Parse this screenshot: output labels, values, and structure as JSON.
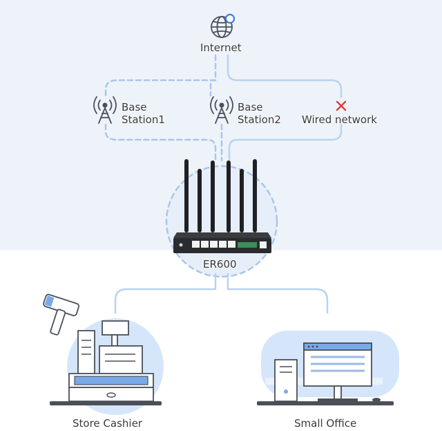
{
  "nodes": {
    "internet": {
      "label": "Internet",
      "icon": "globe-icon"
    },
    "base_station_1": {
      "label_line1": "Base",
      "label_line2": "Station1",
      "icon": "cell-tower-icon"
    },
    "base_station_2": {
      "label_line1": "Base",
      "label_line2": "Station2",
      "icon": "cell-tower-icon"
    },
    "wired_network": {
      "label": "Wired network",
      "icon": "x-mark-icon",
      "status": "unavailable"
    },
    "router": {
      "label": "ER600",
      "icon": "router-icon"
    },
    "store_cashier": {
      "label": "Store Cashier",
      "icon": "cash-register-icon"
    },
    "small_office": {
      "label": "Small Office",
      "icon": "office-computer-icon"
    }
  },
  "colors": {
    "dashed_link": "#a9c6ec",
    "solid_link": "#b7d2f2",
    "icon_stroke": "#4a4f58",
    "accent_blue": "#3f7fd8",
    "cross_red": "#e23b3b",
    "illustration_fill": "#d6e6fa"
  }
}
